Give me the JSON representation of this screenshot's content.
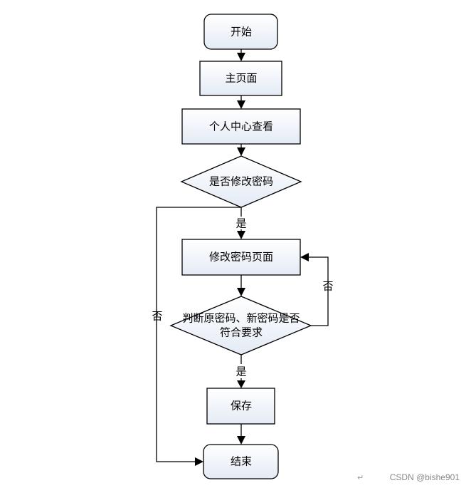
{
  "nodes": {
    "start": "开始",
    "home": "主页面",
    "profile": "个人中心查看",
    "modify_decision": "是否修改密码",
    "modify_page": "修改密码页面",
    "check_decision_line1": "判断原密码、新密码是否",
    "check_decision_line2": "符合要求",
    "save": "保存",
    "end": "结束"
  },
  "edges": {
    "modify_yes": "是",
    "modify_no": "否",
    "check_yes": "是",
    "check_no": "否"
  },
  "footer": {
    "return_symbol": "↵",
    "watermark": "CSDN @bishe901"
  },
  "colors": {
    "box_gradient_top": "#ffffff",
    "box_gradient_bottom": "#e4ebf5"
  }
}
